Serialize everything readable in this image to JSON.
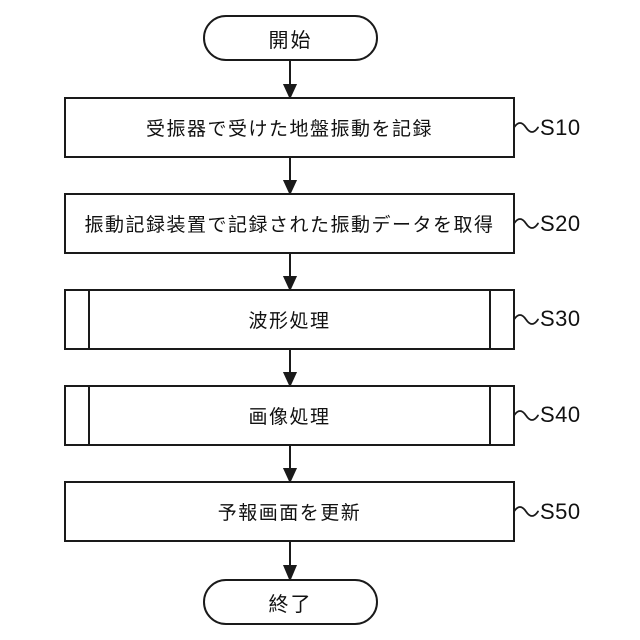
{
  "flowchart": {
    "title": "seismic forecast update flow",
    "start_label": "開始",
    "end_label": "終了",
    "steps": [
      {
        "ref": "S10",
        "text": "受振器で受けた地盤振動を記録",
        "shape": "process"
      },
      {
        "ref": "S20",
        "text": "振動記録装置で記録された振動データを取得",
        "shape": "process"
      },
      {
        "ref": "S30",
        "text": "波形処理",
        "shape": "predefined-process"
      },
      {
        "ref": "S40",
        "text": "画像処理",
        "shape": "predefined-process"
      },
      {
        "ref": "S50",
        "text": "予報画面を更新",
        "shape": "process"
      }
    ],
    "colors": {
      "stroke": "#1a1a1a",
      "background": "#ffffff",
      "text": "#111111"
    }
  }
}
